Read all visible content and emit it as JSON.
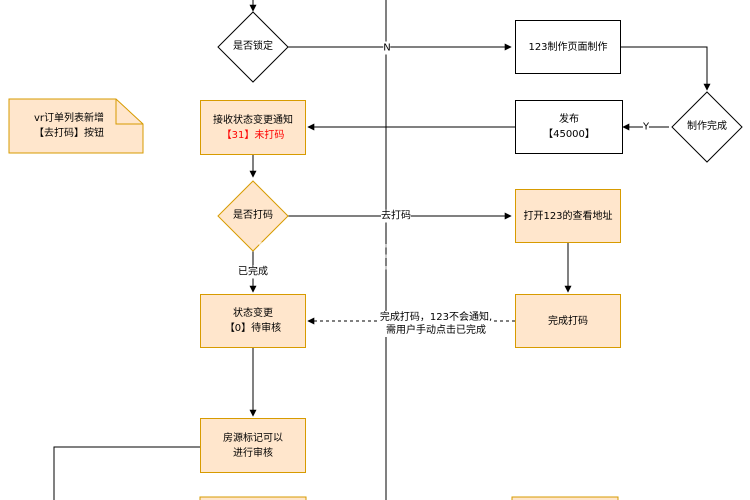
{
  "nodes": {
    "is_locked": "是否锁定",
    "page_make": "123制作页面制作",
    "make_done": "制作完成",
    "publish": {
      "line1": "发布",
      "line2": "【45000】"
    },
    "receive_notice": {
      "line1": "接收状态变更通知",
      "line2": "【31】未打码"
    },
    "is_coded": "是否打码",
    "open_address": "打开123的查看地址",
    "finish_coding": "完成打码",
    "status_change": {
      "line1": "状态变更",
      "line2": "【0】待审核"
    },
    "listing_review": {
      "line1": "房源标记可以",
      "line2": "进行审核"
    }
  },
  "edges": {
    "n": "N",
    "y": "Y",
    "go_code": "去打码",
    "done": "已完成",
    "finish_note": {
      "line1": "完成打码，123不会通知,",
      "line2": "需用户手动点击已完成"
    }
  },
  "note": {
    "line1": "vr订单列表新增",
    "line2": "【去打码】按钮"
  },
  "watermark": "VR标注规范",
  "colors": {
    "fill": "#ffe6cc",
    "stroke": "#d79b00",
    "highlight": "#ff0000"
  }
}
